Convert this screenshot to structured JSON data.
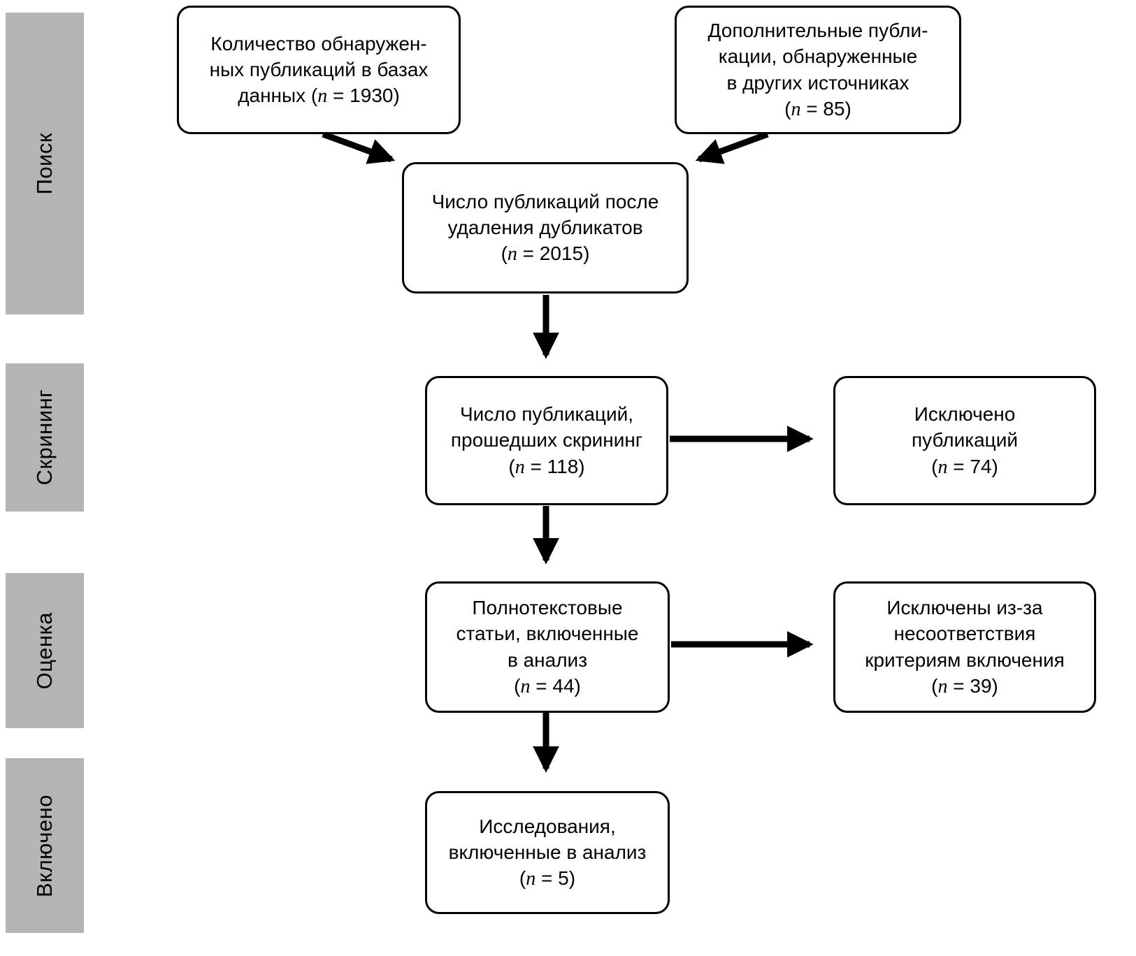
{
  "sidebar": {
    "stages": [
      {
        "label": "Поиск"
      },
      {
        "label": "Скрининг"
      },
      {
        "label": "Оценка"
      },
      {
        "label": "Включено"
      }
    ]
  },
  "boxes": {
    "found_db": {
      "lines": [
        "Количество обнаружен-",
        "ных публикаций в базах",
        "данных (n = 1930)"
      ]
    },
    "additional": {
      "lines": [
        "Дополнительные публи-",
        "кации, обнаруженные",
        "в других источниках",
        "(n = 85)"
      ]
    },
    "after_duplicates": {
      "lines": [
        "Число публикаций после",
        "удаления дубликатов",
        "(n = 2015)"
      ]
    },
    "screened": {
      "lines": [
        "Число публикаций,",
        "прошедших скрининг",
        "(n = 118)"
      ]
    },
    "excluded_screening": {
      "lines": [
        "Исключено",
        "публикаций",
        "(n = 74)"
      ]
    },
    "fulltext": {
      "lines": [
        "Полнотекстовые",
        "статьи, включенные",
        "в анализ",
        "(n = 44)"
      ]
    },
    "excluded_criteria": {
      "lines": [
        "Исключены из-за",
        "несоответствия",
        "критериям включения",
        "(n = 39)"
      ]
    },
    "included": {
      "lines": [
        "Исследования,",
        "включенные в анализ",
        "(n = 5)"
      ]
    }
  },
  "colors": {
    "stage_bar": "#b4b4b4",
    "box_border": "#000000",
    "arrow": "#000000",
    "background": "#ffffff"
  }
}
